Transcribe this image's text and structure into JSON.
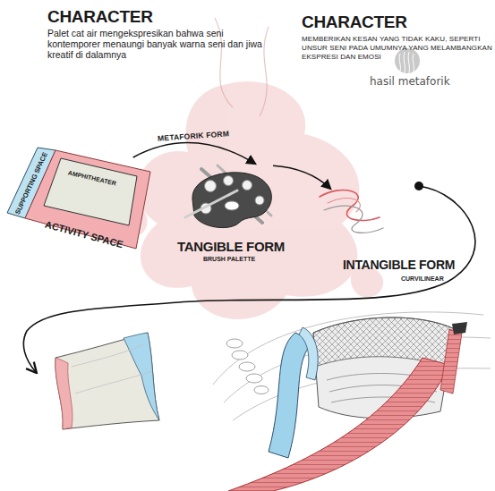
{
  "diagram": {
    "nodes": [
      {
        "text": [
          "SUPPORTING SPACE"
        ]
      },
      {
        "text": [
          "ACTIVITY SPACE"
        ]
      },
      {
        "text": [
          "AMPHITHEATER"
        ]
      },
      {
        "text": [
          "TANGIBLE FORM",
          "BRUSH PALETTE"
        ]
      },
      {
        "text": [
          "INTANGIBLE FORM",
          "CURVILINEAR"
        ]
      }
    ],
    "edges": [
      {
        "from": 2,
        "to": 3,
        "label": "METAFORIK FORM",
        "arrow": "to"
      },
      {
        "from": 3,
        "to": 4,
        "arrow": "to"
      }
    ],
    "labels": [
      "CHARACTER",
      "Palet cat air mengekspresikan bahwa seni kontemporer menaungi banyak warna seni dan jiwa kreatif di dalamnya",
      "CHARACTER",
      "MEMBERIKAN KESAN YANG TIDAK KAKU, SEPERTI UNSUR SENI PADA UMUMNYA YANG MELAMBANGKAN EKSPRESI DAN EMOSI",
      "hasil metaforik"
    ]
  }
}
